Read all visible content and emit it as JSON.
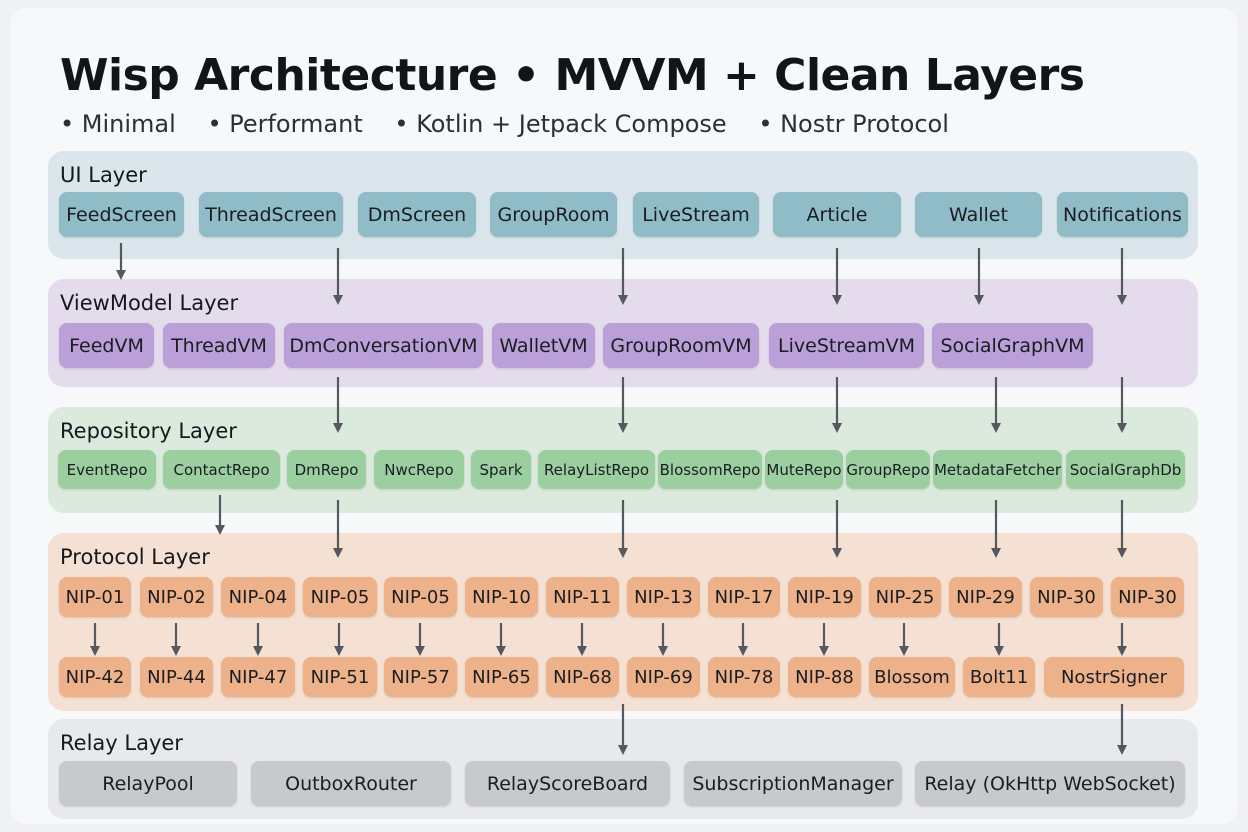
{
  "header": {
    "title": "Wisp Architecture • MVVM + Clean Layers",
    "subtitle_items": [
      "• Minimal",
      "•  Performant",
      "•  Kotlin + Jetpack Compose",
      "•  Nostr Protocol"
    ]
  },
  "layers": {
    "ui": {
      "label": "UI Layer",
      "items": [
        "FeedScreen",
        "ThreadScreen",
        "DmScreen",
        "GroupRoom",
        "LiveStream",
        "Article",
        "Wallet",
        "Notifications"
      ]
    },
    "viewmodel": {
      "label": "ViewModel Layer",
      "items": [
        "FeedVM",
        "ThreadVM",
        "DmConversationVM",
        "WalletVM",
        "GroupRoomVM",
        "LiveStreamVM",
        "SocialGraphVM"
      ]
    },
    "repository": {
      "label": "Repository Layer",
      "items": [
        "EventRepo",
        "ContactRepo",
        "DmRepo",
        "NwcRepo",
        "Spark",
        "RelayListRepo",
        "BlossomRepo",
        "MuteRepo",
        "GroupRepo",
        "MetadataFetcher",
        "SocialGraphDb"
      ]
    },
    "protocol": {
      "label": "Protocol Layer",
      "row1": [
        "NIP-01",
        "NIP-02",
        "NIP-04",
        "NIP-05",
        "NIP-05",
        "NIP-10",
        "NIP-11",
        "NIP-13",
        "NIP-17",
        "NIP-19",
        "NIP-25",
        "NIP-29",
        "NIP-30",
        "NIP-30"
      ],
      "row2": [
        "NIP-42",
        "NIP-44",
        "NIP-47",
        "NIP-51",
        "NIP-57",
        "NIP-65",
        "NIP-68",
        "NIP-69",
        "NIP-78",
        "NIP-88",
        "Blossom",
        "Bolt11",
        "NostrSigner"
      ]
    },
    "relay": {
      "label": "Relay Layer",
      "items": [
        "RelayPool",
        "OutboxRouter",
        "RelayScoreBoard",
        "SubscriptionManager",
        "Relay (OkHttp WebSocket)"
      ]
    }
  },
  "colors": {
    "ui": "#8fbcc6",
    "viewmodel": "#ba9fd8",
    "repository": "#9ccf9f",
    "protocol": "#eeb28a",
    "relay": "#c8c9cd",
    "arrow": "#55595f"
  }
}
